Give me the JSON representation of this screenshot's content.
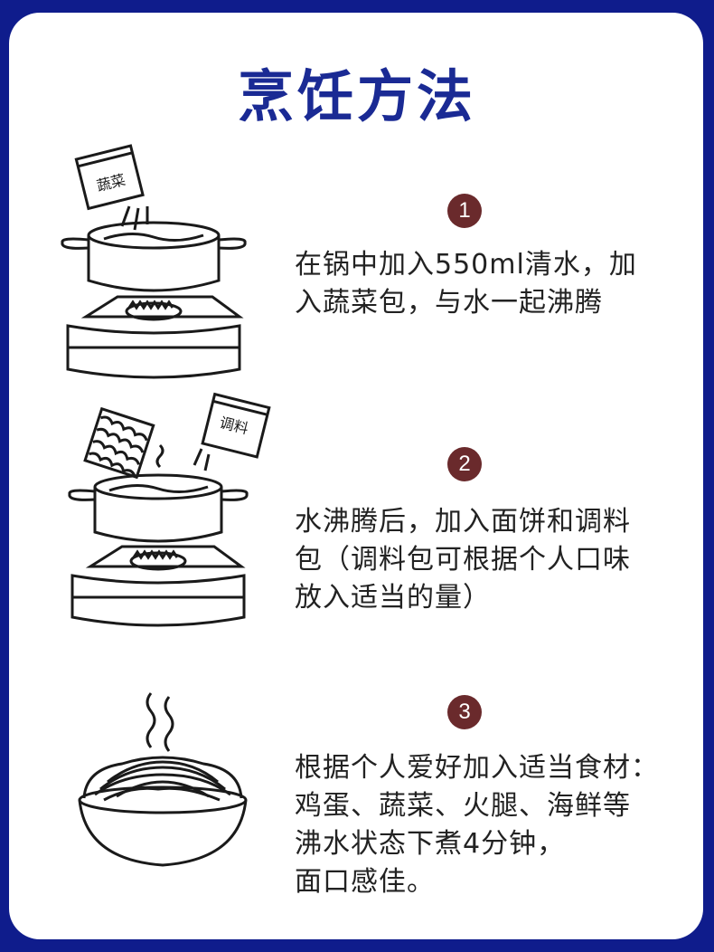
{
  "title": "烹饪方法",
  "steps": [
    {
      "number": "1",
      "packet_label": "蔬菜",
      "lines": [
        "在锅中加入550ml清水，加",
        "入蔬菜包，与水一起沸腾"
      ],
      "icon": "pot-on-stove-with-vegetable-packet"
    },
    {
      "number": "2",
      "packet_label": "调料",
      "lines": [
        "水沸腾后，加入面饼和调料",
        "包（调料包可根据个人口味",
        "放入适当的量）"
      ],
      "icon": "pot-on-stove-with-noodle-and-seasoning"
    },
    {
      "number": "3",
      "lines": [
        "根据个人爱好加入适当食材：",
        "鸡蛋、蔬菜、火腿、海鲜等",
        "沸水状态下煮4分钟，",
        "面口感佳。"
      ],
      "icon": "noodle-bowl-steaming"
    }
  ],
  "colors": {
    "background": "#0f1c8c",
    "card": "#ffffff",
    "title": "#1a2a94",
    "step_badge": "#6a2a2c",
    "text": "#222222"
  }
}
